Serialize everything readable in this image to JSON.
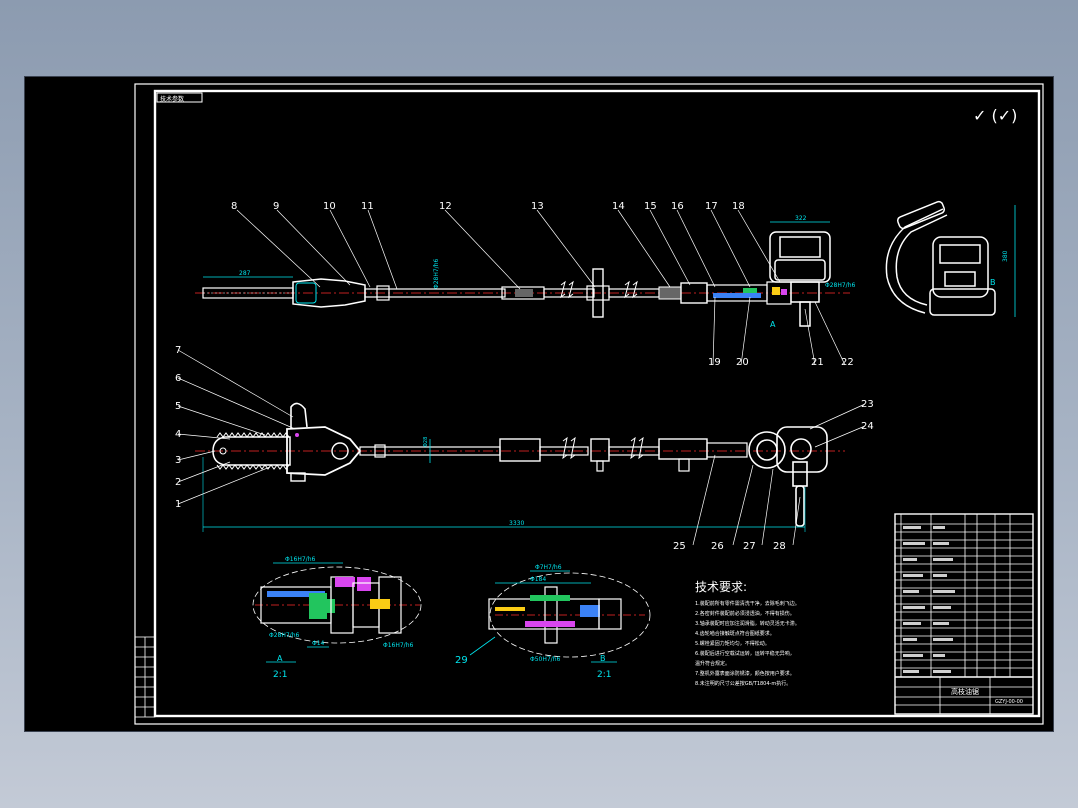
{
  "title_tag": "技术参数",
  "check_marks": "✓ (✓)",
  "top_view": {
    "part_labels": [
      "8",
      "9",
      "10",
      "11",
      "12",
      "13",
      "14",
      "15",
      "16",
      "17",
      "18"
    ],
    "bottom_labels": [
      "19",
      "20",
      "21",
      "22"
    ],
    "dim_chain": "287",
    "dim_shaft": "Φ28H7/h6",
    "dim_head": "322",
    "dim_fit": "Φ28H7/h6",
    "section_mark": "A"
  },
  "side_view": {
    "left_labels": [
      "7",
      "6",
      "5",
      "4",
      "3",
      "2",
      "1"
    ],
    "right_labels": [
      "23",
      "24"
    ],
    "bottom_labels": [
      "25",
      "26",
      "27",
      "28"
    ],
    "dim_total": "3330",
    "dim_dia": "Φ28"
  },
  "right_view": {
    "dim_height": "380",
    "section_mark": "B"
  },
  "detail_a": {
    "dim_top": "Φ16H7/h6",
    "dim_left": "Φ28H7/h6",
    "dim_bottom": "Φ14",
    "dim_right": "Φ16H7/h6",
    "name": "A",
    "scale": "2:1"
  },
  "detail_b": {
    "dim_top1": "Φ184",
    "dim_top2": "Φ7H7/h6",
    "dim_bottom": "Φ50H7/h6",
    "part_label": "29",
    "name": "B",
    "scale": "2:1"
  },
  "tech_requirements": {
    "title": "技术要求:",
    "lines": [
      "1.装配前所有零件需清洗干净，去除毛刺飞边。",
      "2.各密封件装配前必须浸透油，不得有损伤。",
      "3.轴承装配时应加注润滑脂，转动灵活无卡滞。",
      "4.齿轮啮合接触斑点符合图纸要求。",
      "5.螺栓紧固力矩均匀，不得松动。",
      "6.装配后进行空载试运转，运转平稳无异响，",
      "  温升符合规定。",
      "7.整机外露表面涂防锈漆，颜色按用户要求。",
      "8.未注明的尺寸公差按GB/T1804-m执行。"
    ]
  },
  "title_block": {
    "drawing_title": "高枝油锯",
    "drawing_number": "GZYJ-00-00"
  },
  "colors": {
    "line": "#ffffff",
    "dimension": "#00e5ee",
    "centerline": "#ff2a2a",
    "detail_green": "#22c55e",
    "detail_magenta": "#d946ef",
    "detail_yellow": "#facc15",
    "detail_blue": "#3b82f6"
  }
}
